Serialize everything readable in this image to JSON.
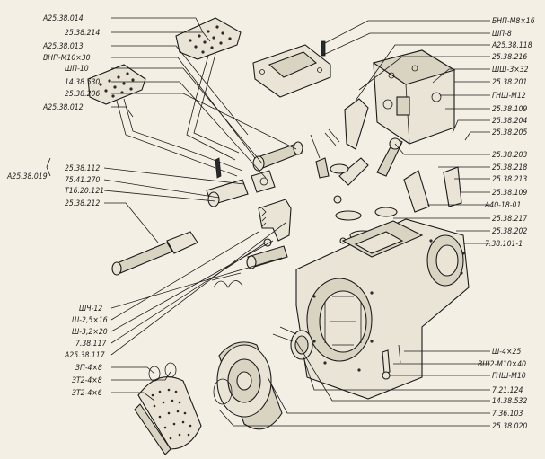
{
  "labels_left": [
    "А25.38.014",
    "25.38.214",
    "А25.38.013",
    "ВНП-М10×30",
    "ШП-10",
    "14.38.530",
    "25.38.206",
    "А25.38.012",
    "25.38.112",
    "75.41.270",
    "Т16.20.121",
    "25.38.212",
    "ШЧ-12",
    "Ш-2,5×16",
    "Ш-3,2×20",
    "7.38.117",
    "А25.38.117",
    "ЗП-4×8",
    "ЗТ2-4×8",
    "ЗТ2-4×6"
  ],
  "labels_right": [
    "БНП-М8×16",
    "ШП-8",
    "А25.38.118",
    "25.38.216",
    "ШШ-3×32",
    "25.38.201",
    "ГНШ-М12",
    "25.38.109",
    "25.38.204",
    "25.38.205",
    "25.38.203",
    "25.38.218",
    "25.38.213",
    "25.38.109",
    "А40-18-01",
    "25.38.217",
    "25.38.202",
    "7.38.101-1",
    "Ш-4×25",
    "ВШ2-М10×40",
    "ГНШ-М10",
    "7.21.124",
    "14.38.532",
    "7.36.103",
    "25.38.020"
  ],
  "group_label": "А25.38.019"
}
